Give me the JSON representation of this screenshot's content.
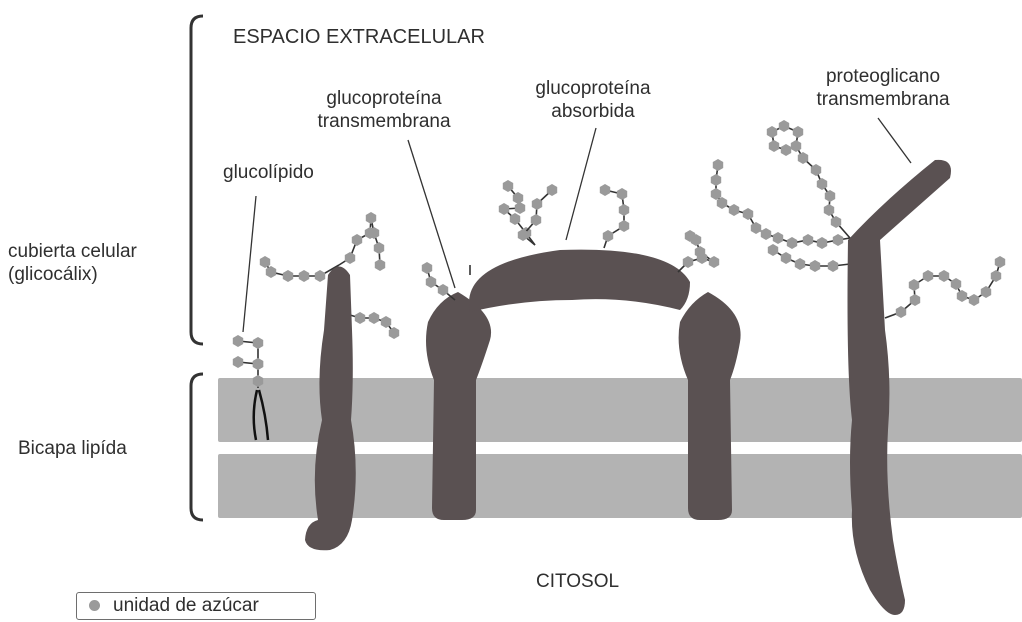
{
  "colors": {
    "membrane": "#b3b3b3",
    "protein": "#5a5152",
    "sugar": "#9a9a9a",
    "line": "#333333"
  },
  "icons": {
    "sugar_unit": "hexagon-icon"
  },
  "labels": {
    "extracellular": "ESPACIO EXTRACELULAR",
    "cytosol": "CITOSOL",
    "coat_line1": "cubierta celular",
    "coat_line2": "(glicocálix)",
    "bilayer": "Bicapa lipída",
    "glycolipid": "glucolípido",
    "tm_glycoprotein_line1": "glucoproteína",
    "tm_glycoprotein_line2": "transmembrana",
    "adsorbed_glycoprotein_line1": "glucoproteína",
    "adsorbed_glycoprotein_line2": "absorbida",
    "proteoglycan_line1": "proteoglicano",
    "proteoglycan_line2": "transmembrana"
  },
  "legend": {
    "label": "unidad de azúcar"
  }
}
